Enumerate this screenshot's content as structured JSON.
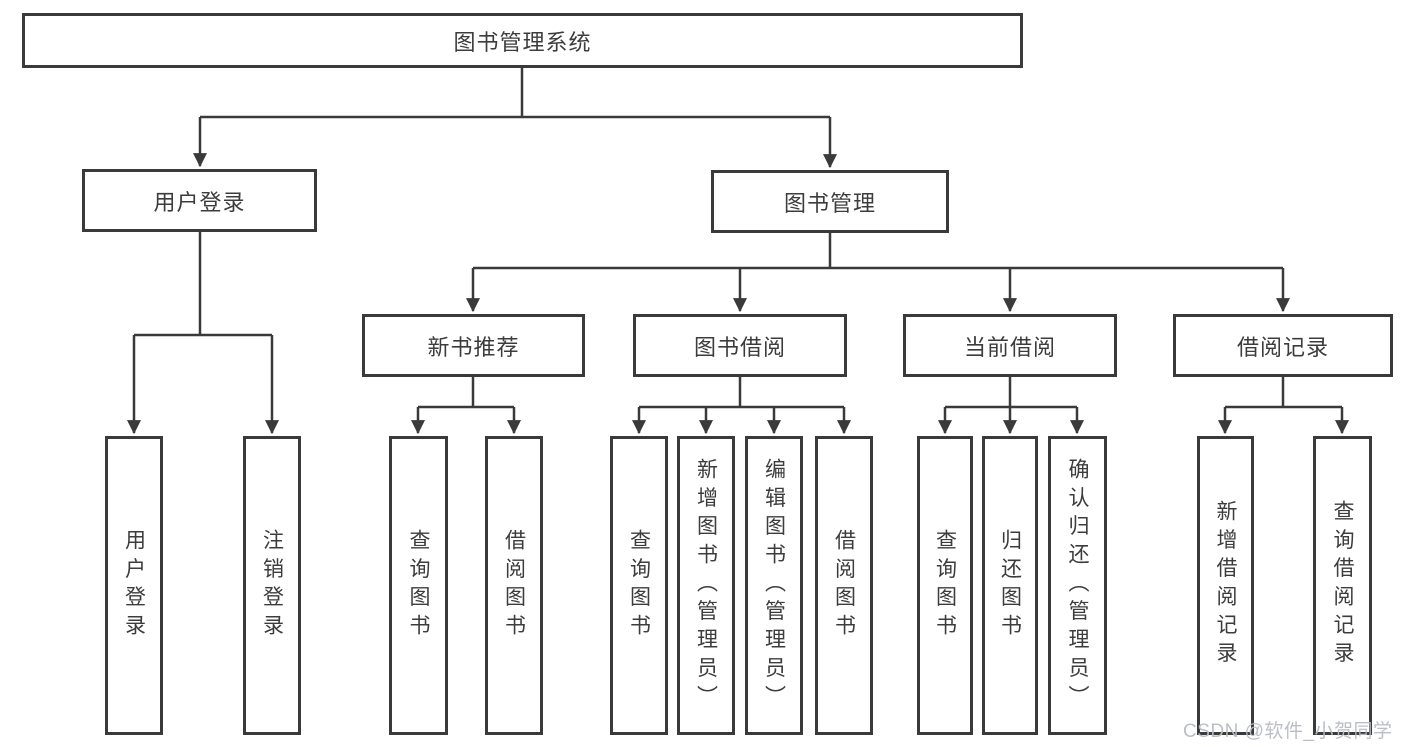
{
  "diagram_title": "图书管理系统",
  "tree": {
    "label": "图书管理系统",
    "children": [
      {
        "label": "用户登录",
        "children": [
          {
            "label": "用户登录"
          },
          {
            "label": "注销登录"
          }
        ]
      },
      {
        "label": "图书管理",
        "children": [
          {
            "label": "新书推荐",
            "children": [
              {
                "label": "查询图书"
              },
              {
                "label": "借阅图书"
              }
            ]
          },
          {
            "label": "图书借阅",
            "children": [
              {
                "label": "查询图书"
              },
              {
                "label": "新增图书（管理员）"
              },
              {
                "label": "编辑图书（管理员）"
              },
              {
                "label": "借阅图书"
              }
            ]
          },
          {
            "label": "当前借阅",
            "children": [
              {
                "label": "查询图书"
              },
              {
                "label": "归还图书"
              },
              {
                "label": "确认归还（管理员）"
              }
            ]
          },
          {
            "label": "借阅记录",
            "children": [
              {
                "label": "新增借阅记录"
              },
              {
                "label": "查询借阅记录"
              }
            ]
          }
        ]
      }
    ]
  },
  "watermark": {
    "text": "CSDN @软件_小贺同学"
  },
  "colors": {
    "line": "#3a3a3a",
    "border": "#3a3a3a",
    "text": "#3c3c3c",
    "watermark": "#b6bcc3",
    "background": "#ffffff"
  }
}
